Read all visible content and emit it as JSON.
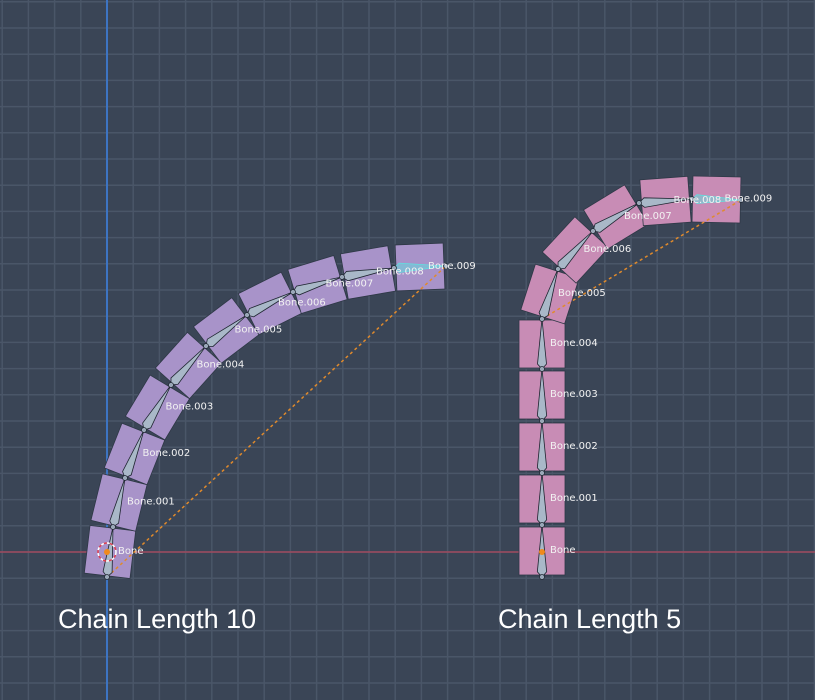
{
  "viewport": {
    "colors": {
      "background": "#3a4556",
      "grid": "#4a5668",
      "x_axis": "#a04a5e",
      "y_axis": "#3d74c2",
      "chain_left": "#a893c9",
      "chain_right": "#c88cb5",
      "bone": "#a9b8c8",
      "ik_line": "#e08a2c",
      "active_bone": "#5fe0e0"
    }
  },
  "armatures": [
    {
      "caption": "Chain Length 10",
      "bones": [
        "Bone",
        "Bone.001",
        "Bone.002",
        "Bone.003",
        "Bone.004",
        "Bone.005",
        "Bone.006",
        "Bone.007",
        "Bone.008",
        "Bone.009"
      ]
    },
    {
      "caption": "Chain Length 5",
      "bones": [
        "Bone",
        "Bone.001",
        "Bone.002",
        "Bone.003",
        "Bone.004",
        "Bone.005",
        "Bone.006",
        "Bone.007",
        "Bone.008",
        "Bone.009"
      ]
    }
  ]
}
